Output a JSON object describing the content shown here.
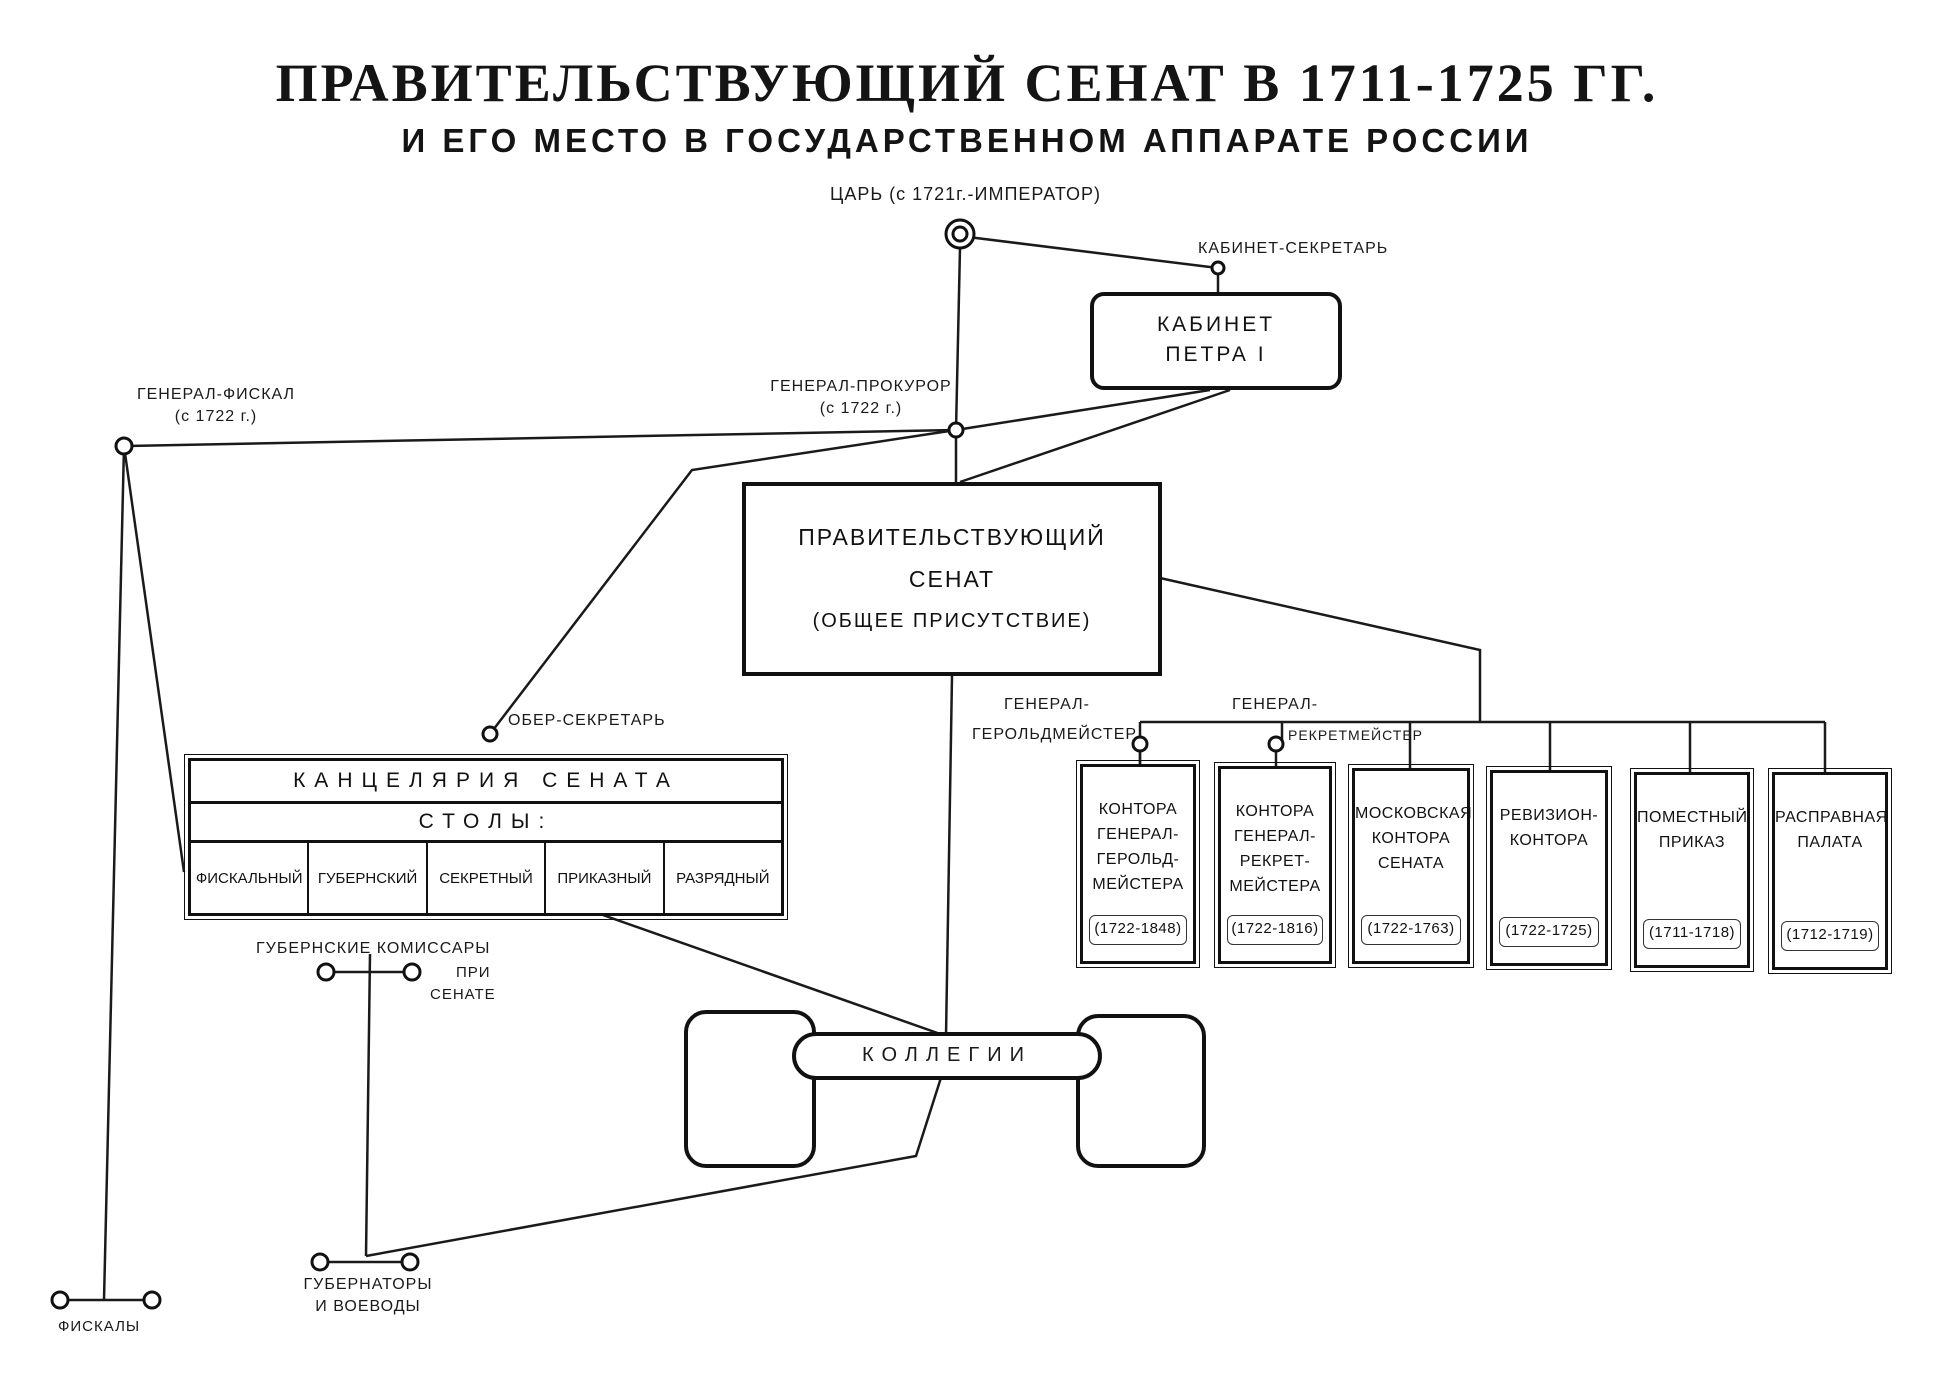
{
  "title": "ПРАВИТЕЛЬСТВУЮЩИЙ СЕНАТ В 1711-1725 ГГ.",
  "subtitle": "И ЕГО МЕСТО В ГОСУДАРСТВЕННОМ АППАРАТЕ РОССИИ",
  "nodes": {
    "tsar": "ЦАРЬ (с 1721г.-ИМПЕРАТОР)",
    "cabinet_secretary": "КАБИНЕТ-СЕКРЕТАРЬ",
    "cabinet": {
      "line1": "КАБИНЕТ",
      "line2": "ПЕТРА I"
    },
    "general_fiscal": {
      "line1": "ГЕНЕРАЛ-ФИСКАЛ",
      "line2": "(с 1722 г.)"
    },
    "general_prosecutor": {
      "line1": "ГЕНЕРАЛ-ПРОКУРОР",
      "line2": "(с 1722 г.)"
    },
    "senate": {
      "line1": "ПРАВИТЕЛЬСТВУЮЩИЙ",
      "line2": "СЕНАТ",
      "line3": "(ОБЩЕЕ ПРИСУТСТВИЕ)"
    },
    "ober_secretary": "ОБЕР-СЕКРЕТАРЬ",
    "chancellery": {
      "title": "КАНЦЕЛЯРИЯ СЕНАТА",
      "tables_label": "СТОЛЫ:",
      "tables": [
        "ФИСКАЛЬНЫЙ",
        "ГУБЕРНСКИЙ",
        "СЕКРЕТНЫЙ",
        "ПРИКАЗНЫЙ",
        "РАЗРЯДНЫЙ"
      ]
    },
    "general_heraldmeister": {
      "line1": "ГЕНЕРАЛ-",
      "line2": "ГЕРОЛЬДМЕЙСТЕР"
    },
    "general_rekretmeister": {
      "line1": "ГЕНЕРАЛ-",
      "line2": "РЕКРЕТМЕЙСТЕР"
    },
    "gubernia_commissars": {
      "line1": "ГУБЕРНСКИЕ  КОМИССАРЫ",
      "line2": "ПРИ",
      "line3": "СЕНАТЕ"
    },
    "collegia": "КОЛЛЕГИИ",
    "governors": {
      "line1": "ГУБЕРНАТОРЫ",
      "line2": "И ВОЕВОДЫ"
    },
    "fiscals": "ФИСКАЛЫ"
  },
  "offices": [
    {
      "lines": [
        "КОНТОРА",
        "ГЕНЕРАЛ-",
        "ГЕРОЛЬД-",
        "МЕЙСТЕРА"
      ],
      "years": "(1722-1848)"
    },
    {
      "lines": [
        "КОНТОРА",
        "ГЕНЕРАЛ-",
        "РЕКРЕТ-",
        "МЕЙСТЕРА"
      ],
      "years": "(1722-1816)"
    },
    {
      "lines": [
        "МОСКОВСКАЯ",
        "КОНТОРА",
        "СЕНАТА"
      ],
      "years": "(1722-1763)"
    },
    {
      "lines": [
        "РЕВИЗИОН-",
        "КОНТОРА"
      ],
      "years": "(1722-1725)"
    },
    {
      "lines": [
        "ПОМЕСТНЫЙ",
        "ПРИКАЗ"
      ],
      "years": "(1711-1718)"
    },
    {
      "lines": [
        "РАСПРАВНАЯ",
        "ПАЛАТА"
      ],
      "years": "(1712-1719)"
    }
  ]
}
